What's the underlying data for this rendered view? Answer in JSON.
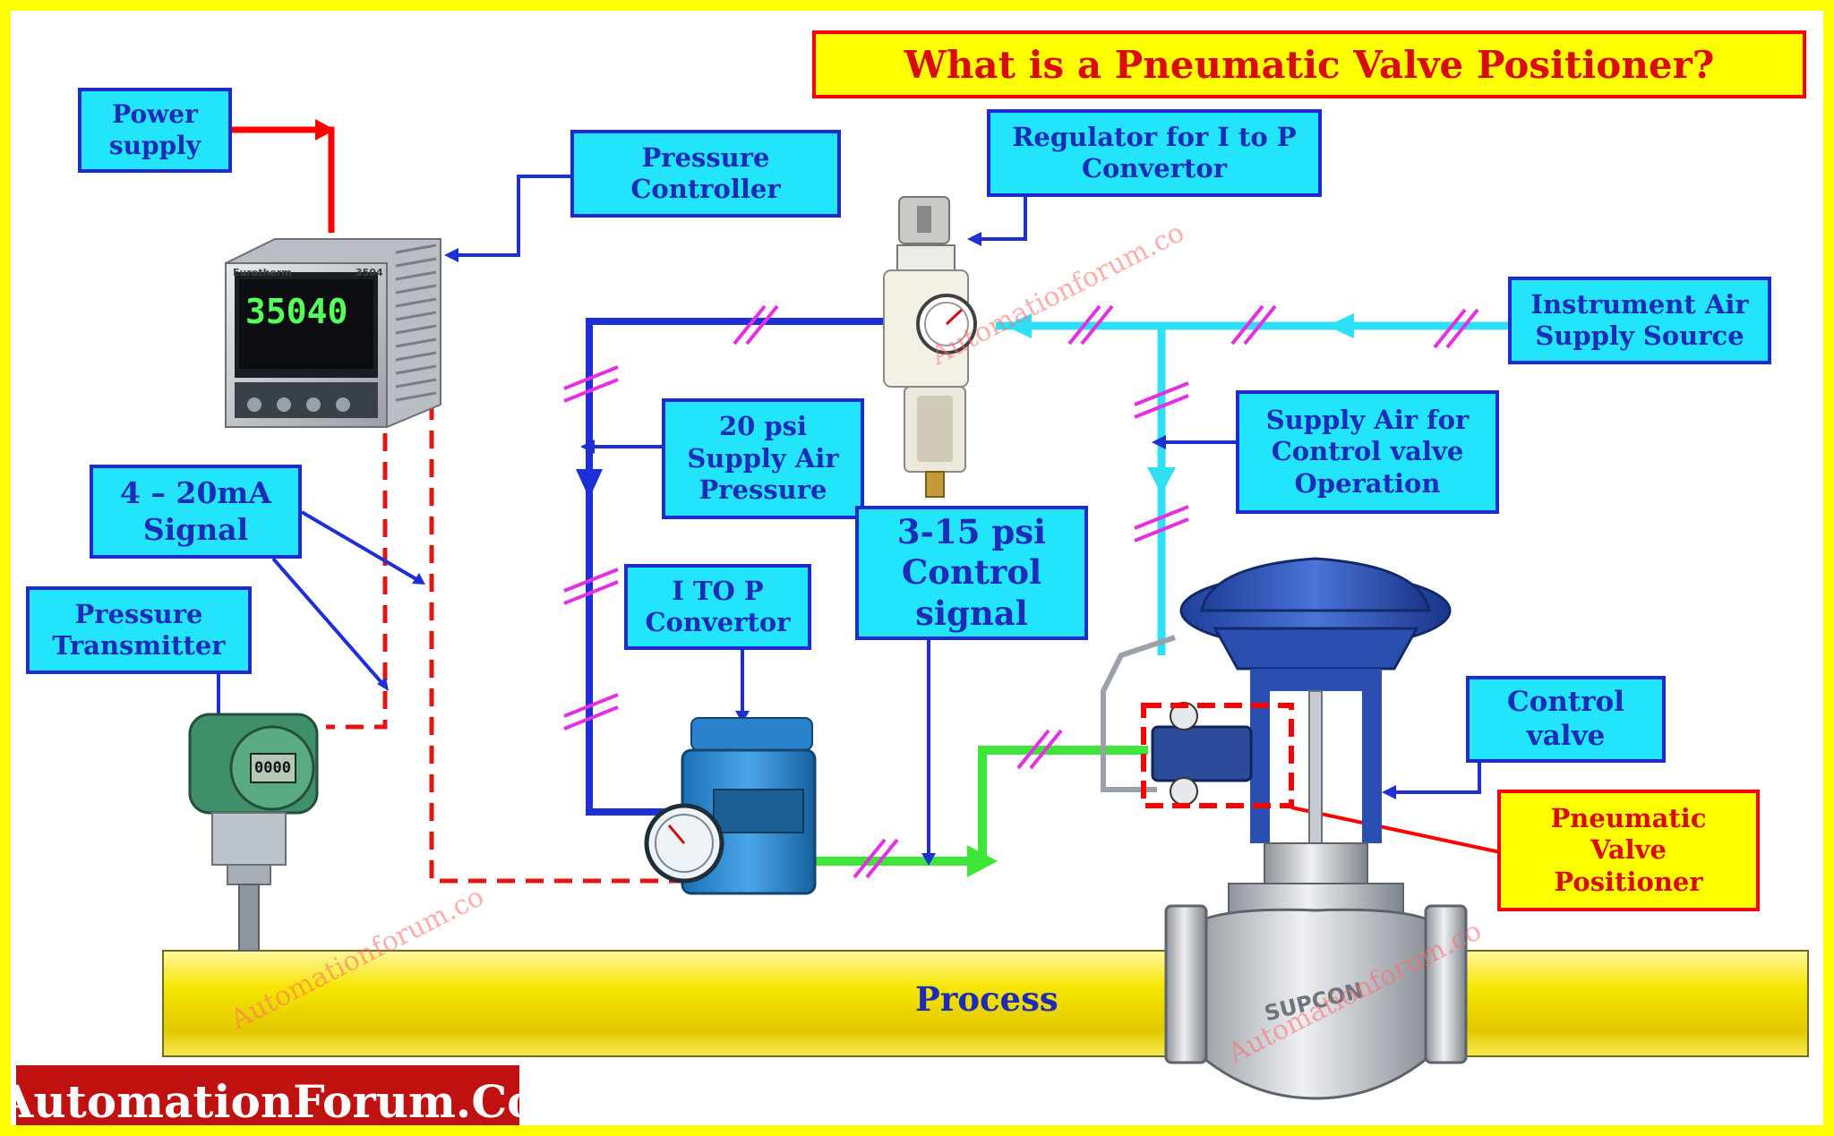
{
  "title": "What is a Pneumatic Valve Positioner?",
  "labels": {
    "power_supply": "Power\nsupply",
    "pressure_controller": "Pressure\nController",
    "regulator": "Regulator for I to P\nConvertor",
    "instrument_air": "Instrument Air\nSupply Source",
    "supply_air_control": "Supply Air for\nControl valve\nOperation",
    "supply_20psi": "20 psi\nSupply Air\nPressure",
    "signal_4_20": "4 – 20mA\nSignal",
    "pressure_transmitter": "Pressure\nTransmitter",
    "i_to_p": "I TO P\nConvertor",
    "control_signal": "3-15 psi\nControl\nsignal",
    "control_valve": "Control\nvalve",
    "positioner": "Pneumatic\nValve\nPositioner",
    "process": "Process"
  },
  "devices": {
    "controller_display": "35040",
    "controller_brand": "Eurotherm",
    "controller_model": "3504",
    "transmitter_display": "0000",
    "valve_brand": "SUPCON"
  },
  "brand": "AutomationForum.Co",
  "watermark": "Automationforum.co",
  "colors": {
    "frame": "#ffff00",
    "label_fill": "#22e4fb",
    "label_border": "#1d2ad0",
    "label_text": "#1c2bb8",
    "title_text": "#d90b0b",
    "electric_line": "#ff0000",
    "signal_line": "#1f2fd6",
    "air_supply_line": "#2fe0f5",
    "output_line": "#3ee63a",
    "line_break_marks": "#e42fe4",
    "process_pipe": "#f5e600",
    "brand_box": "#c01111"
  }
}
